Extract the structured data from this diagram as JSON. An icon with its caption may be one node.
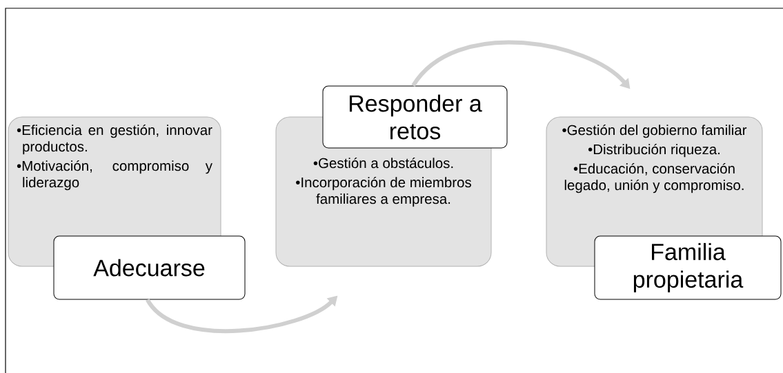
{
  "diagram": {
    "nodes": [
      {
        "text": [
          "•Eficiencia en gestión, innovar productos.",
          "•Motivación, compromiso y liderazgo"
        ]
      },
      {
        "text": [
          "Adecuarse"
        ]
      },
      {
        "text": [
          "•Gestión a obstáculos.",
          "•Incorporación de miembros familiares a empresa."
        ]
      },
      {
        "text": [
          "Responder a retos"
        ]
      },
      {
        "text": [
          "•Gestión del gobierno familiar",
          "•Distribución riqueza.",
          "•Educación, conservación legado, unión y compromiso."
        ]
      },
      {
        "text": [
          "Familia propietaria"
        ]
      }
    ],
    "edges": [
      {
        "from": 1,
        "to": 2,
        "arrow": "to"
      },
      {
        "from": 3,
        "to": 4,
        "arrow": "to"
      }
    ]
  }
}
